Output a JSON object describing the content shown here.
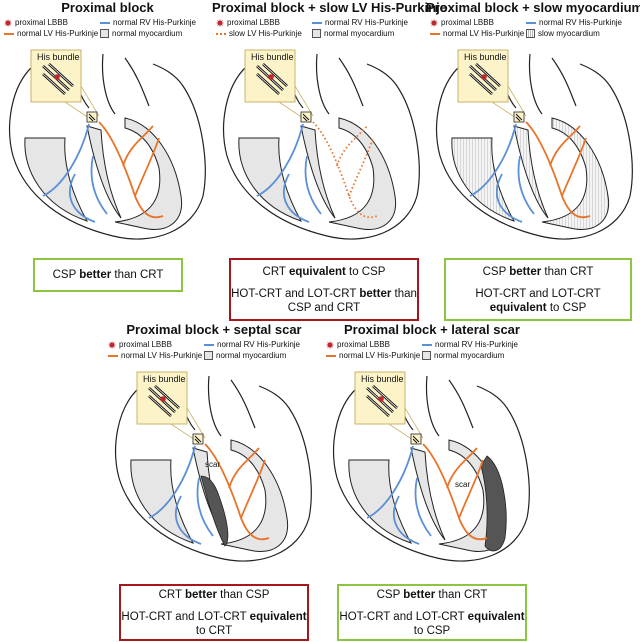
{
  "colors": {
    "lv_purkinje": "#e8742a",
    "rv_purkinje": "#5b8fd6",
    "lbbb_star": "#c0272d",
    "green_border": "#8cc641",
    "red_border": "#a5171c",
    "myocardium": "#e6e6e6",
    "scar": "#555555",
    "his_box": "#fdf3c9"
  },
  "common": {
    "his_bundle_label": "His bundle",
    "scar_label": "scar"
  },
  "panels": [
    {
      "title": "Proximal block",
      "legend": [
        "proximal LBBB",
        "normal LV His-Purkinje",
        "normal RV His-Purkinje",
        "normal myocardium"
      ],
      "lv_style": "solid",
      "myo_style": "normal",
      "scar": "none",
      "outcome": {
        "color": "green",
        "lines": [
          [
            {
              "t": "CSP ",
              "b": false
            },
            {
              "t": "better",
              "b": true
            },
            {
              "t": " than CRT",
              "b": false
            }
          ]
        ]
      }
    },
    {
      "title": "Proximal block + slow LV His-Purkinje",
      "legend": [
        "proximal LBBB",
        "slow LV His-Purkinje",
        "normal RV His-Purkinje",
        "normal myocardium"
      ],
      "lv_style": "dotted",
      "myo_style": "normal",
      "scar": "none",
      "outcome": {
        "color": "red",
        "lines": [
          [
            {
              "t": "CRT ",
              "b": false
            },
            {
              "t": "equivalent",
              "b": true
            },
            {
              "t": " to CSP",
              "b": false
            }
          ],
          [
            {
              "t": "HOT-CRT and LOT-CRT ",
              "b": false
            },
            {
              "t": "better",
              "b": true
            },
            {
              "t": " than CSP and CRT",
              "b": false
            }
          ]
        ]
      }
    },
    {
      "title": "Proximal block + slow myocardium",
      "legend": [
        "proximal LBBB",
        "normal LV His-Purkinje",
        "normal RV His-Purkinje",
        "slow myocardium"
      ],
      "lv_style": "solid",
      "myo_style": "slow",
      "scar": "none",
      "outcome": {
        "color": "green",
        "lines": [
          [
            {
              "t": "CSP ",
              "b": false
            },
            {
              "t": "better",
              "b": true
            },
            {
              "t": " than CRT",
              "b": false
            }
          ],
          [
            {
              "t": "HOT-CRT and LOT-CRT ",
              "b": false
            },
            {
              "t": "equivalent",
              "b": true
            },
            {
              "t": " to CSP",
              "b": false
            }
          ]
        ]
      }
    },
    {
      "title": "Proximal block + septal scar",
      "legend": [
        "proximal LBBB",
        "normal LV His-Purkinje",
        "normal RV His-Purkinje",
        "normal myocardium"
      ],
      "lv_style": "solid",
      "myo_style": "normal",
      "scar": "septal",
      "outcome": {
        "color": "red",
        "lines": [
          [
            {
              "t": "CRT ",
              "b": false
            },
            {
              "t": "better",
              "b": true
            },
            {
              "t": " than CSP",
              "b": false
            }
          ],
          [
            {
              "t": "HOT-CRT and LOT-CRT ",
              "b": false
            },
            {
              "t": "equivalent",
              "b": true
            },
            {
              "t": " to CRT",
              "b": false
            }
          ]
        ]
      }
    },
    {
      "title": "Proximal block + lateral scar",
      "legend": [
        "proximal LBBB",
        "normal LV His-Purkinje",
        "normal RV His-Purkinje",
        "normal myocardium"
      ],
      "lv_style": "solid",
      "myo_style": "normal",
      "scar": "lateral",
      "outcome": {
        "color": "green",
        "lines": [
          [
            {
              "t": "CSP ",
              "b": false
            },
            {
              "t": "better",
              "b": true
            },
            {
              "t": " than CRT",
              "b": false
            }
          ],
          [
            {
              "t": "HOT-CRT and LOT-CRT ",
              "b": false
            },
            {
              "t": "equivalent",
              "b": true
            },
            {
              "t": " to CSP",
              "b": false
            }
          ]
        ]
      }
    }
  ]
}
